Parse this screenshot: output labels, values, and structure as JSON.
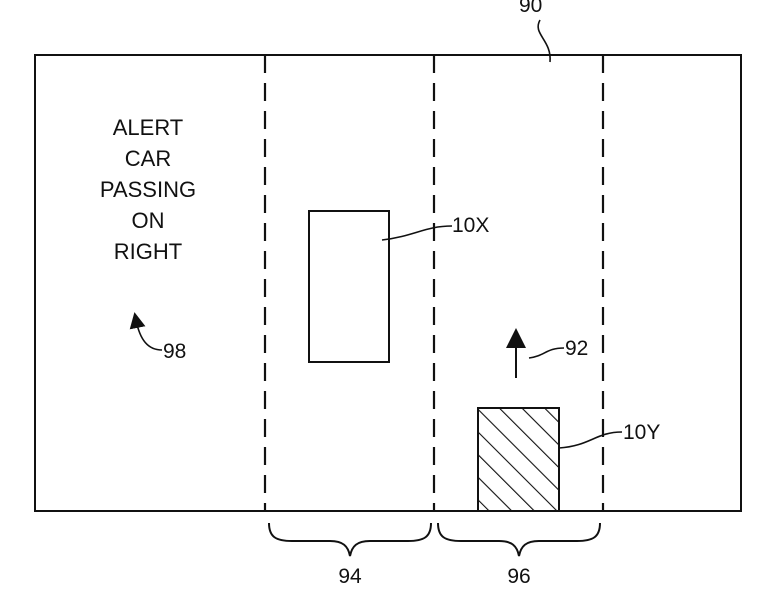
{
  "display_ref": "90",
  "alert_lines": [
    "ALERT",
    "CAR",
    "PASSING",
    "ON",
    "RIGHT"
  ],
  "labels": {
    "alert_ref": "98",
    "vehicle_x": "10X",
    "vehicle_y": "10Y",
    "direction": "92",
    "lane_left": "94",
    "lane_right": "96"
  }
}
